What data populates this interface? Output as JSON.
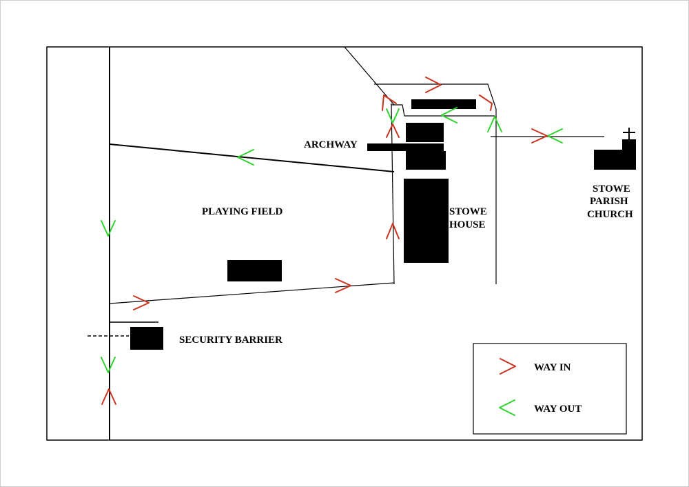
{
  "labels": {
    "archway": "ARCHWAY",
    "playing_field": "PLAYING FIELD",
    "stowe_house_line1": "STOWE",
    "stowe_house_line2": "HOUSE",
    "church_line1": "STOWE",
    "church_line2": "PARISH",
    "church_line3": "CHURCH",
    "security_barrier": "SECURITY BARRIER"
  },
  "legend": {
    "way_in": "WAY IN",
    "way_out": "WAY OUT"
  },
  "colors": {
    "way_in": "#c8321e",
    "way_out": "#2fd22f",
    "ink": "#000000"
  },
  "icons": {
    "church": "cross-icon"
  }
}
